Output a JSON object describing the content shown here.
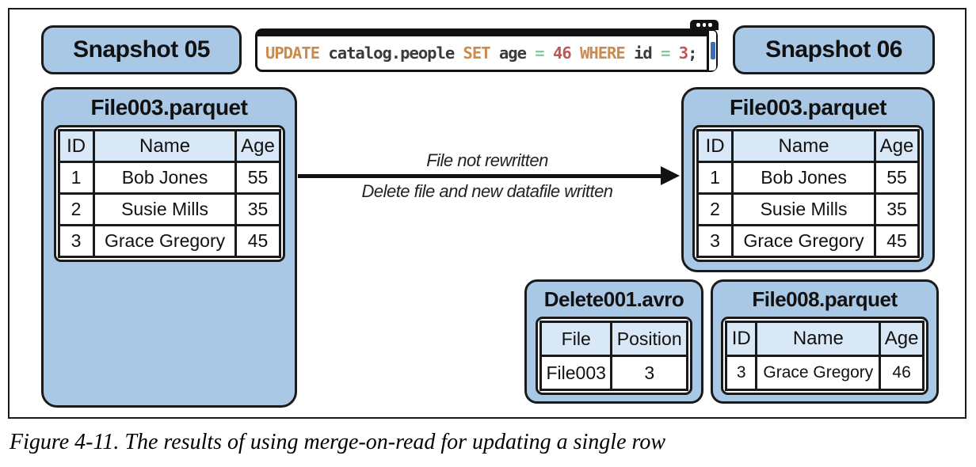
{
  "colors": {
    "box_fill": "#a9c8e6",
    "header_fill": "#d9e8f6",
    "border": "#1a1a1a",
    "code_keyword": "#cd8a4b",
    "code_plain": "#3a3a3a",
    "code_operator": "#8cc7a3",
    "code_number": "#bf5757",
    "scrollbar_thumb": "#3c6eb4"
  },
  "snapshots": {
    "left_label": "Snapshot 05",
    "right_label": "Snapshot 06"
  },
  "sql": {
    "full": "UPDATE catalog.people SET age = 46 WHERE id = 3;",
    "tokens": {
      "kw1": "UPDATE ",
      "obj": "catalog.people ",
      "kw2": "SET ",
      "col1": "age ",
      "eq1": "= ",
      "val1": "46 ",
      "kw3": "WHERE ",
      "col2": "id ",
      "eq2": "= ",
      "val2": "3",
      "semi": ";"
    }
  },
  "arrow": {
    "label_top": "File not rewritten",
    "label_bottom": "Delete file and new datafile written"
  },
  "tables": {
    "left": {
      "title": "File003.parquet",
      "headers": [
        "ID",
        "Name",
        "Age"
      ],
      "rows": [
        [
          "1",
          "Bob Jones",
          "55"
        ],
        [
          "2",
          "Susie Mills",
          "35"
        ],
        [
          "3",
          "Grace Gregory",
          "45"
        ]
      ]
    },
    "right": {
      "title": "File003.parquet",
      "headers": [
        "ID",
        "Name",
        "Age"
      ],
      "rows": [
        [
          "1",
          "Bob Jones",
          "55"
        ],
        [
          "2",
          "Susie Mills",
          "35"
        ],
        [
          "3",
          "Grace Gregory",
          "45"
        ]
      ]
    },
    "delete": {
      "title": "Delete001.avro",
      "headers": [
        "File",
        "Position"
      ],
      "rows": [
        [
          "File003",
          "3"
        ]
      ]
    },
    "new": {
      "title": "File008.parquet",
      "headers": [
        "ID",
        "Name",
        "Age"
      ],
      "rows": [
        [
          "3",
          "Grace Gregory",
          "46"
        ]
      ]
    }
  },
  "caption": "Figure 4-11. The results of using merge-on-read for updating a single row"
}
